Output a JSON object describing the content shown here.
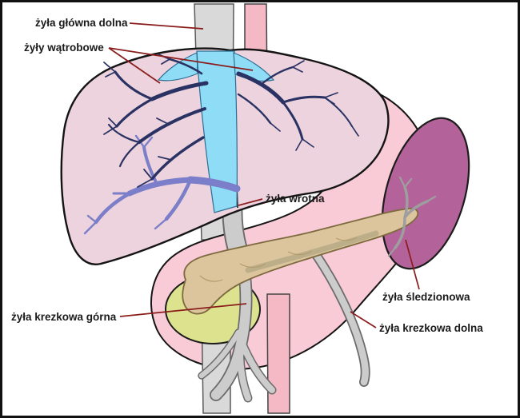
{
  "diagram": {
    "labels": {
      "inferior_vena_cava": "żyła główna dolna",
      "hepatic_veins": "żyły wątrobowe",
      "portal_vein": "żyła wrotna",
      "splenic_vein": "żyła śledzionowa",
      "superior_mesenteric_vein": "żyła krezkowa górna",
      "inferior_mesenteric_vein": "żyła krezkowa dolna"
    },
    "colors": {
      "background": "#ffffff",
      "liver": "#ecd3de",
      "stomach": "#f8cbd6",
      "spleen": "#b4639a",
      "pancreas": "#dcc59c",
      "duodenum_loop": "#dde28f",
      "ivc_gray": "#d9d9d9",
      "aorta_pink": "#f5b9c6",
      "hepatic_blue": "#8edcf6",
      "hepatic_vein_dark": "#2a3263",
      "portal_branch_purple": "#7b7ec8",
      "gray_vessel": "#cccccc",
      "gray_vessel_outline": "#6b6b6b",
      "spleen_hilum_vessel": "#9e9e9e",
      "leader_line": "#8a1c1c",
      "label_text": "#1a1a1a"
    }
  }
}
